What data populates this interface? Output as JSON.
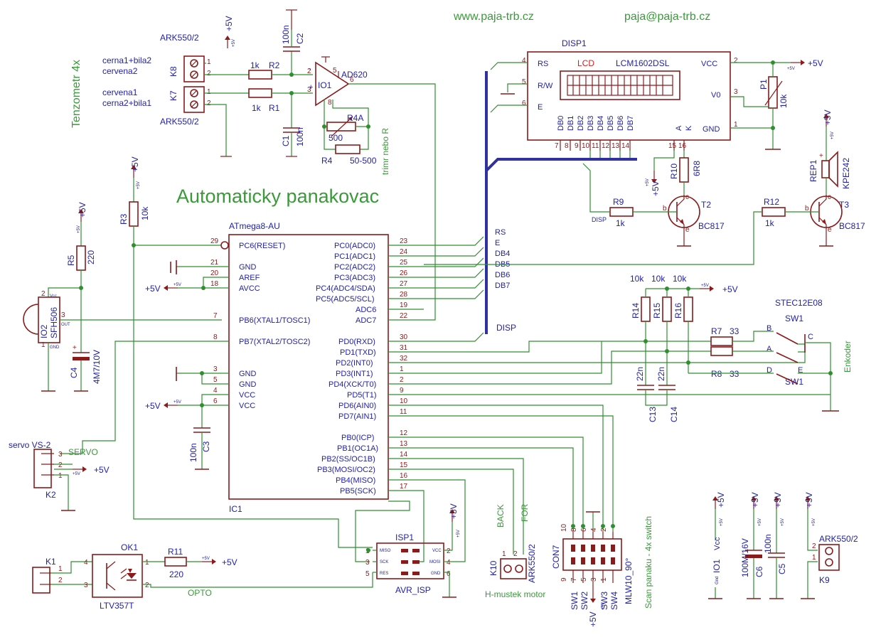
{
  "header": {
    "website": "www.paja-trb.cz",
    "email": "paja@paja-trb.cz",
    "title": "Automaticky panakovac",
    "side_title": "Tenzometr 4x"
  },
  "supply": "+5V",
  "supply_small": "+5V",
  "net_labels": {
    "disp": "DISP",
    "servo": "SERVO",
    "opto": "OPTO",
    "enkoder": "Enkoder",
    "h_mustek": "H-mustek motor",
    "scan": "Scan panaku - 4x switch",
    "trimr": "trimr nebo R",
    "back": "BACK",
    "for": "FOR",
    "gnd": "Gnd",
    "vcc": "Vcc"
  },
  "bus_labels": [
    "RS",
    "E",
    "DB4",
    "DB5",
    "DB6",
    "DB7"
  ],
  "components": {
    "k8": {
      "name": "K8",
      "type": "ARK550/2",
      "w1": "cerna1+bila2",
      "w2": "cervena2"
    },
    "k7": {
      "name": "K7",
      "type": "ARK550/2",
      "w1": "cervena1",
      "w2": "cerna2+bila1"
    },
    "r2": {
      "name": "R2",
      "value": "1k"
    },
    "r1": {
      "name": "R1",
      "value": "1k"
    },
    "c2": {
      "name": "C2",
      "value": "100n"
    },
    "c1": {
      "name": "C1",
      "value": "100n"
    },
    "io1": {
      "name": "IO1",
      "type": "AD620"
    },
    "r4a": {
      "name": "R4A",
      "value": "500"
    },
    "r4": {
      "name": "R4",
      "value": "50-500"
    },
    "disp1": {
      "name": "DISP1",
      "type": "LCM1602DSL",
      "screen": "LCD",
      "left_pins": [
        "RS",
        "R/W",
        "E"
      ],
      "right_pins": [
        "VCC",
        "V0",
        "GND"
      ],
      "data_pins": [
        "DB0",
        "DB1",
        "DB2",
        "DB3",
        "DB4",
        "DB5",
        "DB6",
        "DB7"
      ],
      "led_pins": [
        "A",
        "K"
      ]
    },
    "p1": {
      "name": "P1",
      "value": "10k"
    },
    "r10": {
      "name": "R10",
      "value": "6R8"
    },
    "r9": {
      "name": "R9",
      "value": "1k"
    },
    "t2": {
      "name": "T2",
      "type": "BC817"
    },
    "rep1": {
      "name": "REP1",
      "type": "KPE242"
    },
    "r12": {
      "name": "R12",
      "value": "1k"
    },
    "t3": {
      "name": "T3",
      "type": "BC817"
    },
    "r3": {
      "name": "R3",
      "value": "10k"
    },
    "r5": {
      "name": "R5",
      "value": "220"
    },
    "io2": {
      "name": "IO2",
      "type": "SFH506",
      "pins": [
        "Vcc",
        "OUT",
        "GND"
      ]
    },
    "c4": {
      "name": "C4",
      "value": "4M7/10V"
    },
    "ic1": {
      "name": "IC1",
      "type": "ATmega8-AU",
      "left_pins": [
        {
          "num": "29",
          "label": "PC6(RESET)"
        },
        {
          "num": "21",
          "label": "GND"
        },
        {
          "num": "20",
          "label": "AREF"
        },
        {
          "num": "18",
          "label": "AVCC"
        },
        {
          "num": "7",
          "label": "PB6(XTAL1/TOSC1)"
        },
        {
          "num": "8",
          "label": "PB7(XTAL2/TOSC2)"
        },
        {
          "num": "3",
          "label": "GND"
        },
        {
          "num": "5",
          "label": "GND"
        },
        {
          "num": "4",
          "label": "VCC"
        },
        {
          "num": "6",
          "label": "VCC"
        }
      ],
      "right_pins": [
        {
          "num": "23",
          "label": "PC0(ADC0)"
        },
        {
          "num": "24",
          "label": "PC1(ADC1)"
        },
        {
          "num": "25",
          "label": "PC2(ADC2)"
        },
        {
          "num": "26",
          "label": "PC3(ADC3)"
        },
        {
          "num": "27",
          "label": "PC4(ADC4/SDA)"
        },
        {
          "num": "28",
          "label": "PC5(ADC5/SCL)"
        },
        {
          "num": "19",
          "label": "ADC6"
        },
        {
          "num": "22",
          "label": "ADC7"
        },
        {
          "num": "30",
          "label": "PD0(RXD)"
        },
        {
          "num": "31",
          "label": "PD1(TXD)"
        },
        {
          "num": "32",
          "label": "PD2(INT0)"
        },
        {
          "num": "1",
          "label": "PD3(INT1)"
        },
        {
          "num": "2",
          "label": "PD4(XCK/T0)"
        },
        {
          "num": "9",
          "label": "PD5(T1)"
        },
        {
          "num": "10",
          "label": "PD6(AIN0)"
        },
        {
          "num": "11",
          "label": "PD7(AIN1)"
        },
        {
          "num": "12",
          "label": "PB0(ICP)"
        },
        {
          "num": "13",
          "label": "PB1(OC1A)"
        },
        {
          "num": "14",
          "label": "PB2(SS/OC1B)"
        },
        {
          "num": "15",
          "label": "PB3(MOSI/OC2)"
        },
        {
          "num": "16",
          "label": "PB4(MISO)"
        },
        {
          "num": "17",
          "label": "PB5(SCK)"
        }
      ]
    },
    "c3": {
      "name": "C3",
      "value": "100n"
    },
    "r14": {
      "name": "R14",
      "value": "10k"
    },
    "r15": {
      "name": "R15",
      "value": "10k"
    },
    "r16": {
      "name": "R16",
      "value": "10k"
    },
    "r7": {
      "name": "R7",
      "value": "33"
    },
    "r8": {
      "name": "R8",
      "value": "33"
    },
    "c13": {
      "name": "C13",
      "value": "22n"
    },
    "c14": {
      "name": "C14",
      "value": "22n"
    },
    "sw1": {
      "name": "SW1",
      "type": "STEC12E08",
      "pins": [
        "B",
        "C",
        "A",
        "D",
        "E"
      ]
    },
    "k2": {
      "name": "K2",
      "type": "servo VS-2"
    },
    "k1": {
      "name": "K1"
    },
    "ok1": {
      "name": "OK1",
      "type": "LTV357T"
    },
    "r11": {
      "name": "R11",
      "value": "220"
    },
    "isp1": {
      "name": "ISP1",
      "type": "AVR_ISP",
      "pins": [
        "MISO",
        "SCK",
        "RES",
        "VCC",
        "MOSI",
        "GND"
      ]
    },
    "k10": {
      "name": "K10",
      "type": "ARK550/2"
    },
    "con7": {
      "name": "CON7",
      "type": "MLW10_90°",
      "switches": [
        "SW1",
        "SW2",
        "SW3",
        "SW4"
      ]
    },
    "io1_pwr": {
      "name": "IO1"
    },
    "c6": {
      "name": "C6",
      "value": "100M/16V"
    },
    "c5": {
      "name": "C5",
      "value": "100n"
    },
    "k9": {
      "name": "K9",
      "type": "ARK550/2"
    }
  }
}
